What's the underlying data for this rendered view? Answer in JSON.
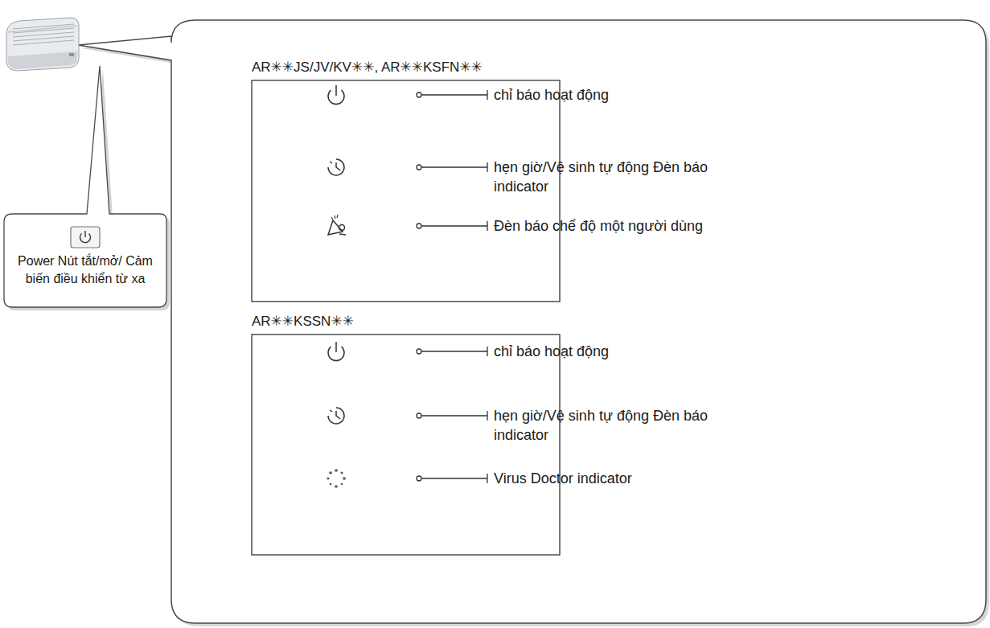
{
  "diagram": {
    "nodes": [
      {
        "text": [
          "Power Nút tắt/mở/ Cảm biến điều khiển từ xa"
        ]
      },
      {
        "text": [
          "AR✳✳JS/JV/KV✳✳, AR✳✳KSFN✳✳"
        ]
      },
      {
        "text": [
          "AR✳✳KSSN✳✳"
        ]
      }
    ],
    "labels": [
      "chỉ báo hoạt động",
      "hẹn giờ/Vệ sinh tự động Đèn báo indicator",
      "Đèn báo chế độ một người dùng",
      "chỉ báo hoạt động",
      "hẹn giờ/Vệ sinh tự động Đèn báo indicator",
      "Virus Doctor indicator"
    ]
  }
}
